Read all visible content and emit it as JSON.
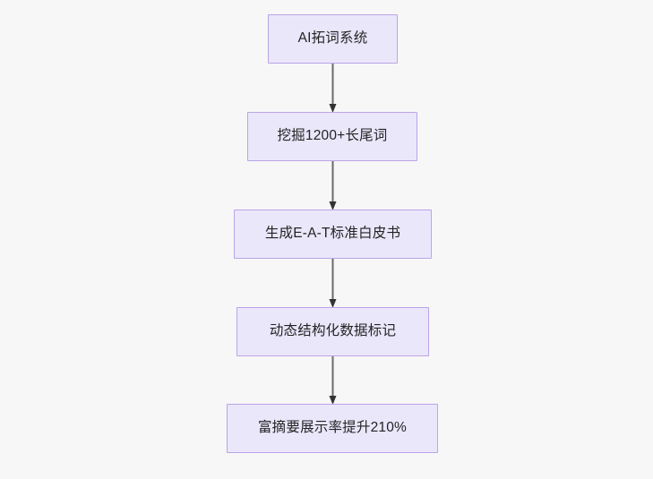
{
  "diagram": {
    "type": "flowchart",
    "direction": "top-to-bottom",
    "background_color": "#f7f7f8",
    "node_fill_color": "#eae7fb",
    "node_border_color": "#b9a5e6",
    "node_text_color": "#232323",
    "edge_color": "#6b6b6b",
    "arrowhead_color": "#333333",
    "nodes": [
      {
        "id": "n0",
        "label": "AI拓词系统"
      },
      {
        "id": "n1",
        "label": "挖掘1200+长尾词"
      },
      {
        "id": "n2",
        "label": "生成E-A-T标准白皮书"
      },
      {
        "id": "n3",
        "label": "动态结构化数据标记"
      },
      {
        "id": "n4",
        "label": "富摘要展示率提升210%"
      }
    ],
    "edges": [
      {
        "from": "n0",
        "to": "n1",
        "label": ""
      },
      {
        "from": "n1",
        "to": "n2",
        "label": ""
      },
      {
        "from": "n2",
        "to": "n3",
        "label": ""
      },
      {
        "from": "n3",
        "to": "n4",
        "label": ""
      }
    ]
  }
}
